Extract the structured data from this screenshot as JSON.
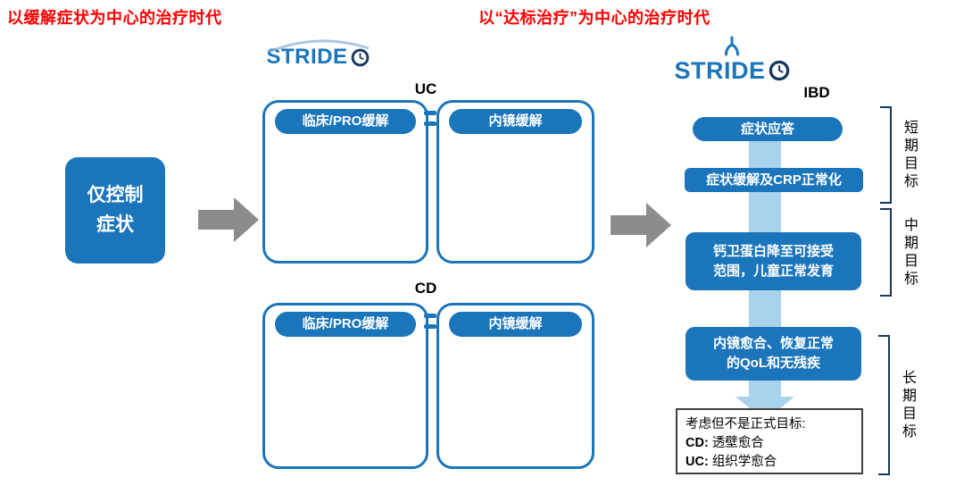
{
  "colors": {
    "blue": "#1B75BB",
    "light_blue": "#A9D2EC",
    "navy": "#17375E",
    "gray": "#8C8C8C",
    "red": "#FF0000"
  },
  "header": {
    "era_left": "以缓解症状为中心的治疗时代",
    "era_right": "以“达标治疗”为中心的治疗时代"
  },
  "logos": {
    "stride": "STRIDE"
  },
  "left": {
    "control_box": "仅控制\n症状"
  },
  "middle": {
    "uc_label": "UC",
    "cd_label": "CD",
    "clinical_header": "临床/PRO缓解",
    "endoscopic_header": "内镜缓解"
  },
  "right": {
    "ibd_label": "IBD",
    "step1": "症状应答",
    "step2": "症状缓解及CRP正常化",
    "step3": "钙卫蛋白降至可接受\n范围，儿童正常发育",
    "step4": "内镜愈合、恢复正常\n的QoL和无残疾",
    "note": {
      "line1": "考虑但不是正式目标:",
      "cd_label": "CD:",
      "cd_value": "透壁愈合",
      "uc_label": "UC:",
      "uc_value": "组织学愈合"
    },
    "goal_short": "短期目标",
    "goal_mid": "中期目标",
    "goal_long": "长期目标"
  }
}
